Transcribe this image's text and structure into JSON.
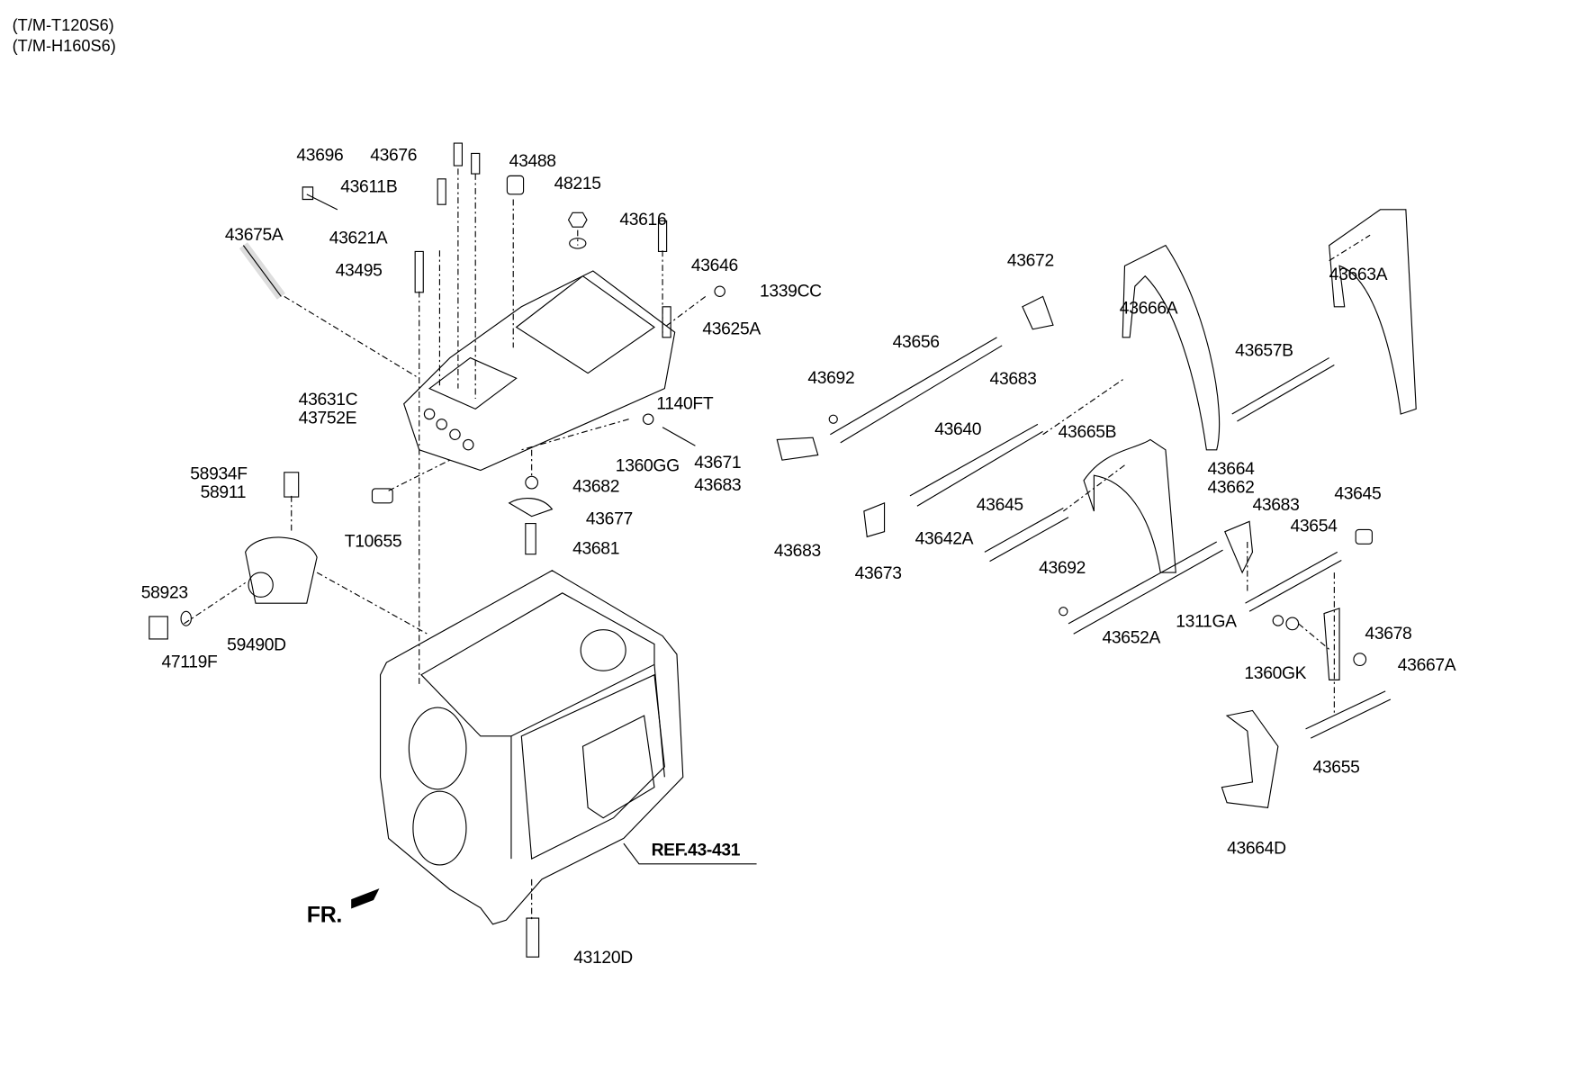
{
  "header": {
    "models": [
      "(T/M-T120S6)",
      "(T/M-H160S6)"
    ]
  },
  "parts": [
    {
      "id": "43696"
    },
    {
      "id": "43676"
    },
    {
      "id": "43488"
    },
    {
      "id": "43611B"
    },
    {
      "id": "48215"
    },
    {
      "id": "43616"
    },
    {
      "id": "43675A"
    },
    {
      "id": "43621A"
    },
    {
      "id": "43495"
    },
    {
      "id": "43646"
    },
    {
      "id": "1339CC"
    },
    {
      "id": "43625A"
    },
    {
      "id": "43631C"
    },
    {
      "id": "43752E"
    },
    {
      "id": "1140FT"
    },
    {
      "id": "1360GG"
    },
    {
      "id": "43682"
    },
    {
      "id": "43677"
    },
    {
      "id": "43681"
    },
    {
      "id": "58934F"
    },
    {
      "id": "58911"
    },
    {
      "id": "T10655"
    },
    {
      "id": "58923"
    },
    {
      "id": "47119F"
    },
    {
      "id": "59490D"
    },
    {
      "id": "43672"
    },
    {
      "id": "43656"
    },
    {
      "id": "43683"
    },
    {
      "id": "43692"
    },
    {
      "id": "43671"
    },
    {
      "id": "43683"
    },
    {
      "id": "43666A"
    },
    {
      "id": "43663A"
    },
    {
      "id": "43657B"
    },
    {
      "id": "43640"
    },
    {
      "id": "43665B"
    },
    {
      "id": "43645"
    },
    {
      "id": "43642A"
    },
    {
      "id": "43683"
    },
    {
      "id": "43673"
    },
    {
      "id": "43664"
    },
    {
      "id": "43662"
    },
    {
      "id": "43683"
    },
    {
      "id": "43645"
    },
    {
      "id": "43654"
    },
    {
      "id": "43692"
    },
    {
      "id": "43652A"
    },
    {
      "id": "1311GA"
    },
    {
      "id": "43678"
    },
    {
      "id": "1360GK"
    },
    {
      "id": "43667A"
    },
    {
      "id": "43655"
    },
    {
      "id": "43664D"
    },
    {
      "id": "43120D"
    }
  ],
  "reference": "REF.43-431",
  "direction": "FR."
}
